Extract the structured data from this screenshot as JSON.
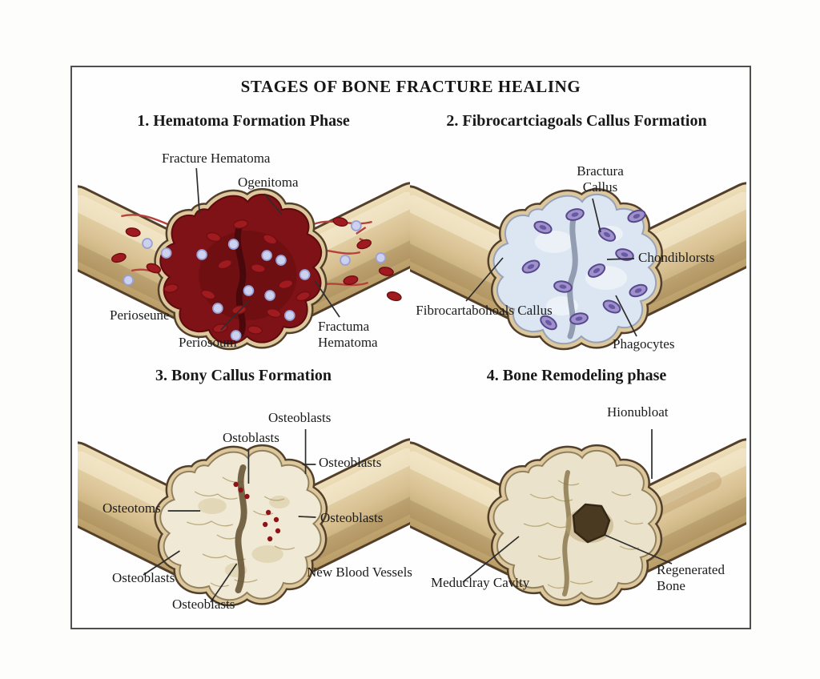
{
  "title": "STAGES OF BONE FRACTURE HEALING",
  "panels": [
    {
      "heading": "1. Hematoma Formation Phase",
      "labels": {
        "fracture_hematoma": "Fracture Hematoma",
        "ogenitoma": "Ogenitoma",
        "perioseune": "Perioseune",
        "periosoum": "Periosoum",
        "fractuma_hematoma": "Fractuma Hematoma"
      }
    },
    {
      "heading": "2. Fibrocartciagoals Callus Formation",
      "labels": {
        "bractura_callus": "Bractura Callus",
        "chondiblorsts": "Chondiblorsts",
        "fibrocartabohoals_callus": "Fibrocartabohoals Callus",
        "phagocytes": "Phagocytes"
      }
    },
    {
      "heading": "3. Bony Callus Formation",
      "labels": {
        "osteoblasts_top": "Osteoblasts",
        "ostoblasts": "Ostoblasts",
        "osteoblasts_right_upper": "Osteoblasts",
        "osteotoms": "Osteotoms",
        "osteoblasts_right_mid": "Osteoblasts",
        "osteoblasts_bottom_left": "Osteoblasts",
        "osteoblasts_bottom_center": "Osteoblasts",
        "new_blood_vessels": "New Blood Vessels"
      }
    },
    {
      "heading": "4. Bone Remodeling phase",
      "labels": {
        "hionubloat": "Hionubloat",
        "meduclray_cavity": "Meduclray Cavity",
        "regenerated_bone": "Regenerated Bone"
      }
    }
  ],
  "colors": {
    "bone": "#d8c091",
    "bone_outline": "#54402a",
    "hematoma_red": "#7e1216",
    "cartilage_blue": "#dce5f2",
    "bony_callus_cream": "#f0e9d6",
    "label_text": "#1c1c1c",
    "frame_border": "#4f4f4f"
  }
}
